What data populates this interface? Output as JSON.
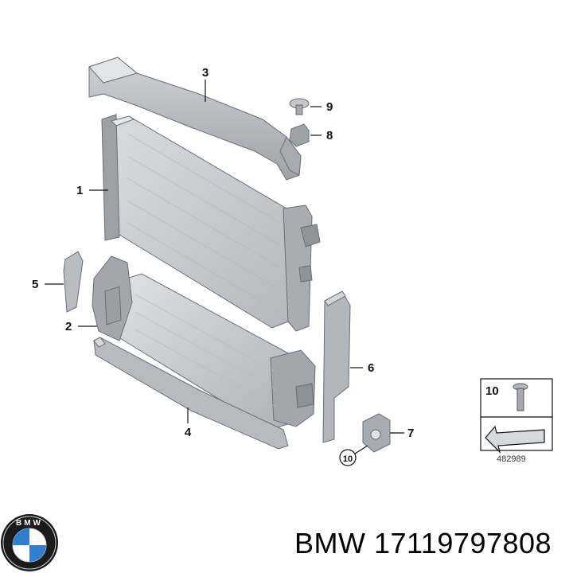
{
  "callouts": {
    "c1": "1",
    "c2": "2",
    "c3": "3",
    "c4": "4",
    "c5": "5",
    "c6": "6",
    "c7": "7",
    "c8": "8",
    "c9": "9",
    "c10": "10"
  },
  "legend": {
    "number": "10"
  },
  "diagram_ref": "482989",
  "logo": {
    "letters": "BMW"
  },
  "brand_part": "BMW 17119797808",
  "colors": {
    "part_fill": "#c9ccd0",
    "part_dark": "#8e9398",
    "part_light": "#e4e6e8",
    "ink": "#111111"
  }
}
